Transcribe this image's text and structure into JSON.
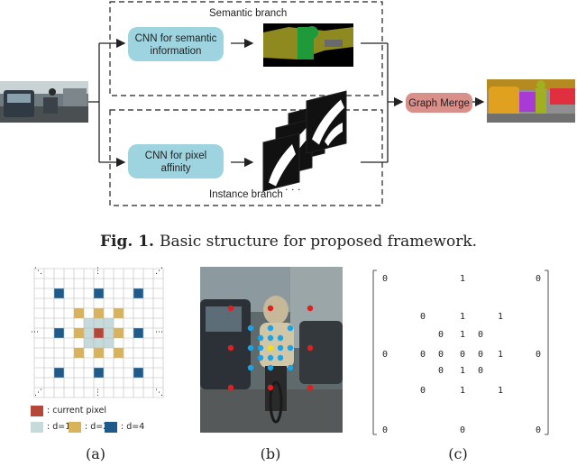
{
  "diagram": {
    "semantic_branch_label": "Semantic branch",
    "instance_branch_label": "Instance branch",
    "cnn_semantic_label_1": "CNN for semantic",
    "cnn_semantic_label_2": "information",
    "cnn_affinity_label_1": "CNN for pixel",
    "cnn_affinity_label_2": "affinity",
    "graph_merge_label": "Graph Merge",
    "colors": {
      "cnn_box": "#9dd4e0",
      "graph_merge_box": "#d98f8a",
      "arrow": "#222222"
    }
  },
  "caption": {
    "prefix": "Fig. 1.",
    "text": "Basic structure for proposed framework."
  },
  "panel_a": {
    "legend": {
      "current": ": current pixel",
      "d1": ": d=1",
      "d2": ": d=2",
      "d4": ": d=4"
    },
    "colors": {
      "current": "#b5473a",
      "d1": "#c5dadb",
      "d2": "#d9b25c",
      "d4": "#1e5a8a"
    }
  },
  "panel_b": {
    "colors": {
      "red": "#e02020",
      "blue": "#1aa3e8",
      "yellow": "#f2e014"
    }
  },
  "panel_c": {
    "values": {
      "zero": "0",
      "one": "1"
    }
  },
  "sublabels": {
    "a": "(a)",
    "b": "(b)",
    "c": "(c)"
  }
}
